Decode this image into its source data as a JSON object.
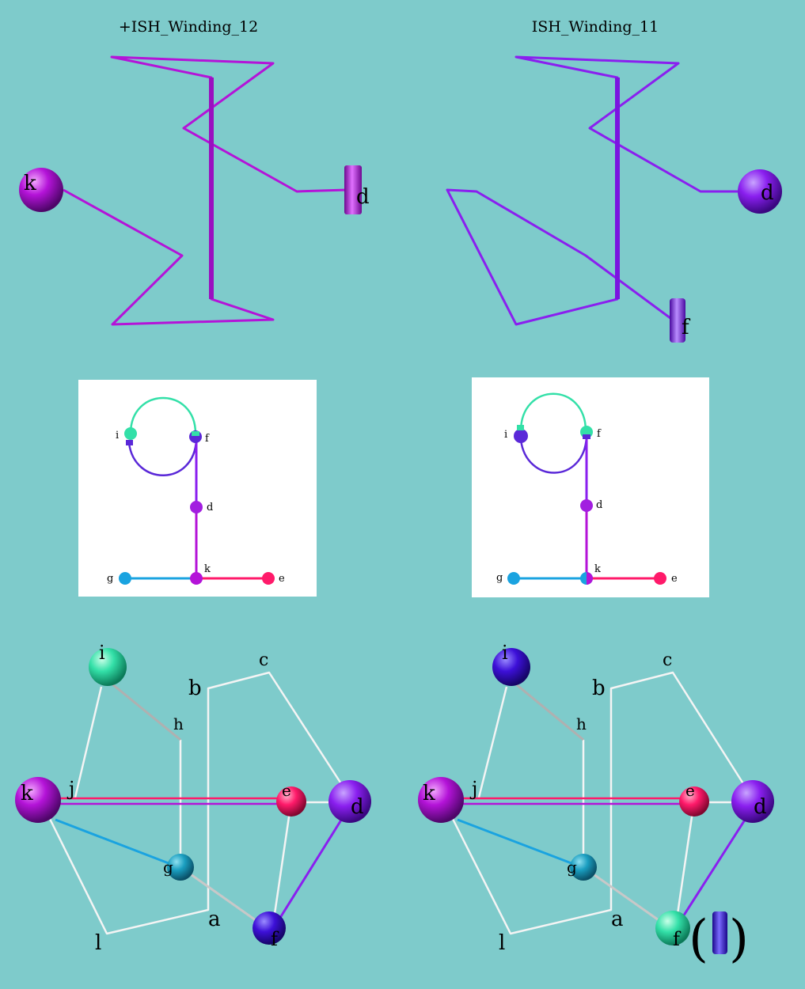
{
  "titles": {
    "left": "+ISH_Winding_12",
    "right": "ISH_Winding_11"
  },
  "labels": {
    "a": "a",
    "b": "b",
    "c": "c",
    "d": "d",
    "e": "e",
    "f": "f",
    "g": "g",
    "h": "h",
    "i": "i",
    "j": "j",
    "k": "k",
    "l": "l"
  },
  "bracket": {
    "open": "(",
    "close": ")"
  },
  "colors": {
    "background": "#7ecbcb",
    "magenta": "#b413d8",
    "violet": "#8a1fef",
    "blue_violet": "#3d10d8",
    "teal_green": "#33e0a8",
    "pink": "#ff1a6a",
    "sky": "#1aa3e0",
    "white_edge": "#f4f4f4"
  },
  "icons": {
    "node": "sphere-node-icon",
    "endcap": "cylinder-endcap-icon"
  }
}
